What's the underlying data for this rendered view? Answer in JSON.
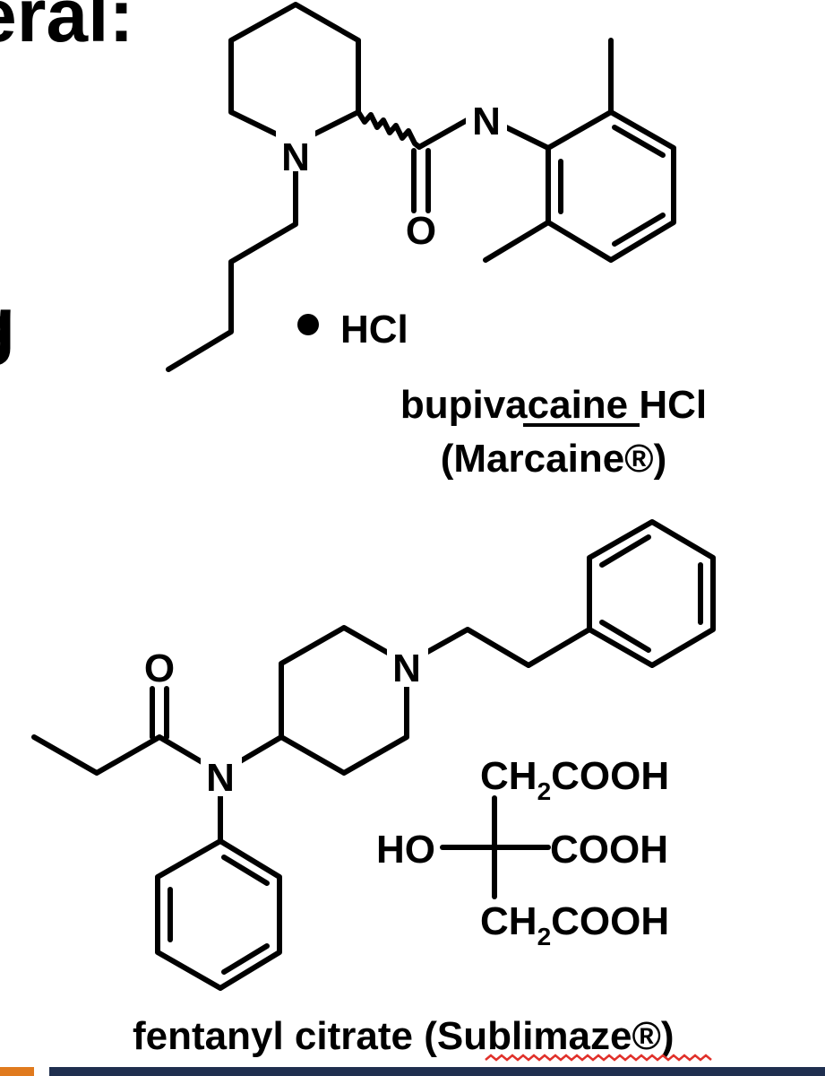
{
  "slide": {
    "heading_fragment": "eral:",
    "left_fragment": "g"
  },
  "bupivacaine": {
    "atoms": {
      "n_ring": "N",
      "n_amide": "N",
      "o": "O"
    },
    "salt": "HCl",
    "name_prefix": "bupiva",
    "name_underlined": "caine",
    "name_suffix": " HCl",
    "brand": "(Marcaine®)"
  },
  "fentanyl": {
    "atoms": {
      "n_ring": "N",
      "n_amide": "N",
      "o": "O"
    },
    "citrate": {
      "ch2_top": {
        "ch": "CH",
        "sub": "2",
        "cooh": "COOH"
      },
      "ho": "HO",
      "cooh_mid": "COOH",
      "ch2_bottom": {
        "ch": "CH",
        "sub": "2",
        "cooh": "COOH"
      }
    },
    "caption": {
      "prefix": "fentanyl citrate (",
      "brand": "Sublimaze®",
      "suffix": ")"
    }
  },
  "colors": {
    "text": "#000000",
    "spellcheck": "#e0302a",
    "footer_bar": "#1f2f4f",
    "footer_accent": "#e07a1e"
  }
}
